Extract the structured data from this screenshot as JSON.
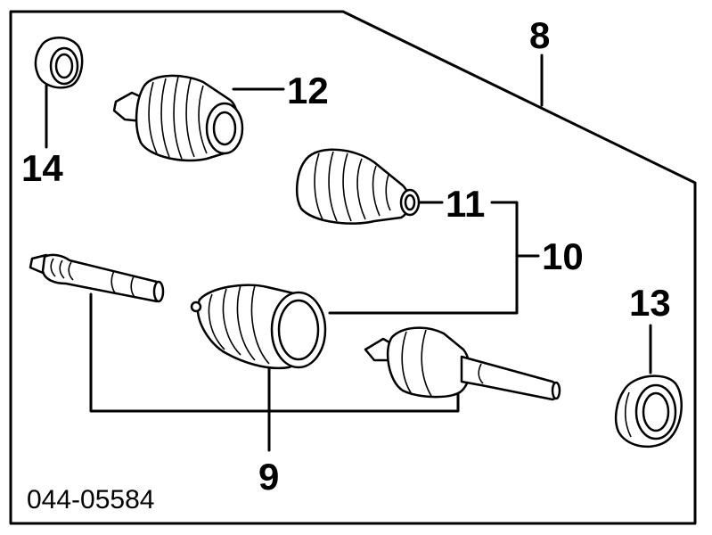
{
  "diagram": {
    "drawing_code": "044-05584",
    "callouts": {
      "c8": "8",
      "c9": "9",
      "c10": "10",
      "c11": "11",
      "c12": "12",
      "c13": "13",
      "c14": "14"
    }
  }
}
